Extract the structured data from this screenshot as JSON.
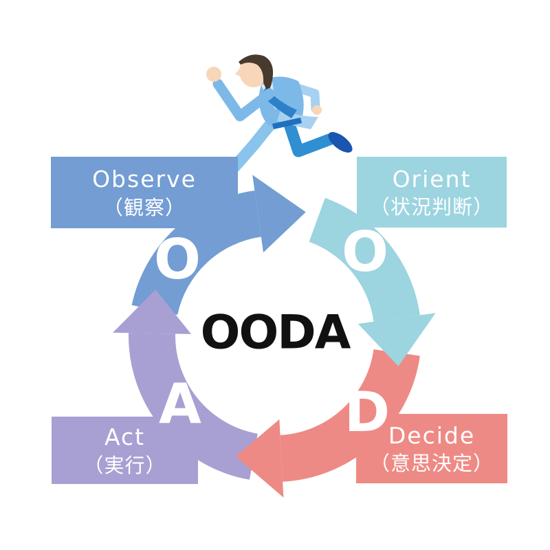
{
  "diagram": {
    "center_label": "OODA",
    "center_color": "#111111",
    "background": "#ffffff"
  },
  "steps": [
    {
      "id": "observe",
      "letter": "O",
      "label_en": "Observe",
      "label_jp": "（観察）",
      "color": "#739dd3"
    },
    {
      "id": "orient",
      "letter": "O",
      "label_en": "Orient",
      "label_jp": "（状況判断）",
      "color": "#9cd4e0"
    },
    {
      "id": "decide",
      "letter": "D",
      "label_en": "Decide",
      "label_jp": "（意思決定）",
      "color": "#ee8a85"
    },
    {
      "id": "act",
      "letter": "A",
      "label_en": "Act",
      "label_jp": "（実行）",
      "color": "#a8a0d2"
    }
  ],
  "runner": {
    "description": "businessman-running-left",
    "colors": {
      "suit": "#7db9e8",
      "suit_light": "#a7d1f0",
      "leg_front": "#8ac3ec",
      "leg_back": "#2f8fd2",
      "shoes": "#1a55b0",
      "skin": "#f7d6ba",
      "hair": "#483a2c",
      "tie": "#2e80c8",
      "shirt": "#d9ecf9",
      "belt": "#1f6fbe"
    }
  }
}
